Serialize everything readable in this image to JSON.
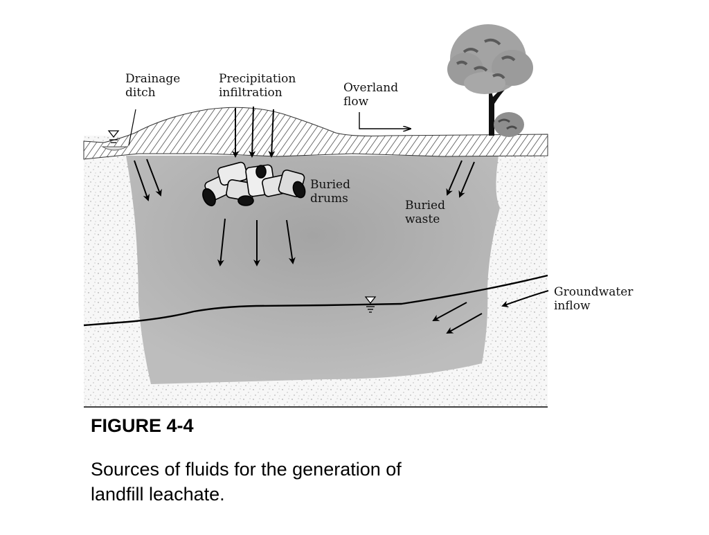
{
  "figure": {
    "number": "FIGURE 4-4",
    "caption": "Sources of fluids for the generation of landfill leachate."
  },
  "labels": {
    "drainage_ditch": "Drainage\nditch",
    "precipitation_infiltration": "Precipitation\ninfiltration",
    "overland_flow": "Overland\nflow",
    "buried_drums": "Buried\ndrums",
    "buried_waste": "Buried\nwaste",
    "groundwater_inflow": "Groundwater\ninflow"
  },
  "colors": {
    "plume": "#a9a9a9",
    "soil_speckle": "#8a8a8a",
    "line": "#000000",
    "tree_canopy": "#9a9a9a"
  }
}
